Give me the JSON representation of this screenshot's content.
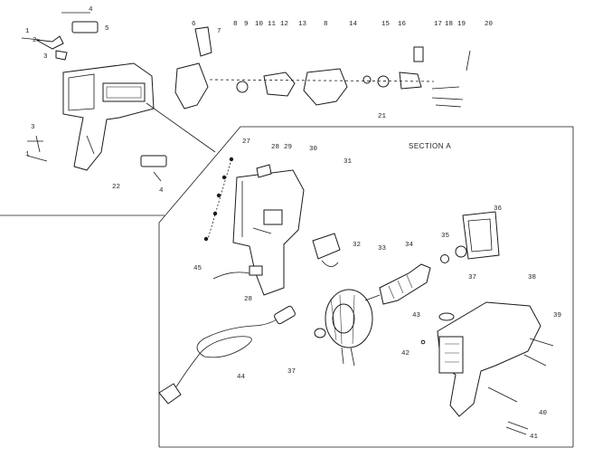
{
  "section_title": "SECTION A",
  "callouts": {
    "n1": "1",
    "n2": "2",
    "n3": "3",
    "n4": "4",
    "n5": "5",
    "n6": "6",
    "n7": "7",
    "n8": "8",
    "n9": "9",
    "n10": "10",
    "n11": "11",
    "n12": "12",
    "n13": "13",
    "n14": "14",
    "n15": "15",
    "n16": "16",
    "n17": "17",
    "n18": "18",
    "n19": "19",
    "n20": "20",
    "n21": "21",
    "n22": "22",
    "n27": "27",
    "n28": "28",
    "n29": "29",
    "n30": "30",
    "n31": "31",
    "n32": "32",
    "n33": "33",
    "n34": "34",
    "n35": "35",
    "n36": "36",
    "n37": "37",
    "n38": "38",
    "n39": "39",
    "n40": "40",
    "n41": "41",
    "n42": "42",
    "n43": "43",
    "n44": "44",
    "n45": "45"
  }
}
